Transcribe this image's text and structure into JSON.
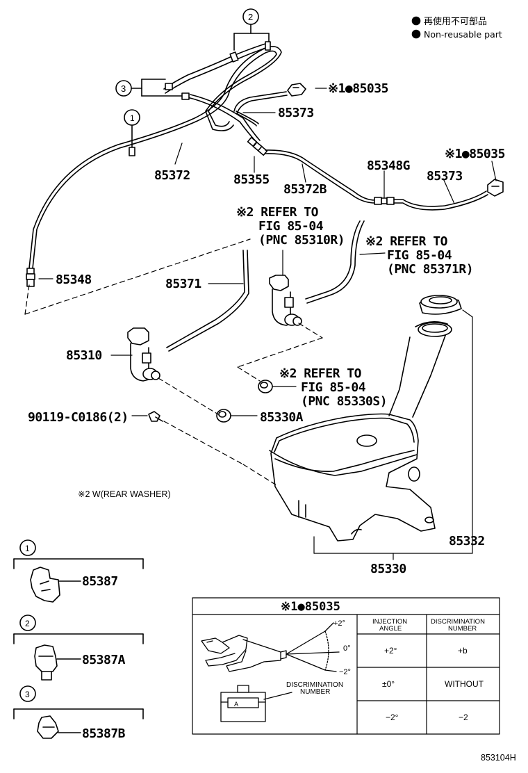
{
  "legend": {
    "jp_text": "再使用不可部品",
    "en_text": "Non-reusable part"
  },
  "callouts": [
    "1",
    "2",
    "3"
  ],
  "parts": {
    "p85035_top": "※1●85035",
    "p85373_top": "85373",
    "p85372": "85372",
    "p85355": "85355",
    "p85372B": "85372B",
    "p85348G": "85348G",
    "p85035_right": "※1●85035",
    "p85373_right": "85373",
    "p85348": "85348",
    "p85371": "85371",
    "p85310": "85310",
    "p90119": "90119-C0186(2)",
    "p85330A": "85330A",
    "p85332": "85332",
    "p85330": "85330",
    "p85387": "85387",
    "p85387A": "85387A",
    "p85387B": "85387B"
  },
  "refers": {
    "r1": [
      "※2 REFER TO",
      "FIG 85-04",
      "(PNC 85310R)"
    ],
    "r2": [
      "※2 REFER TO",
      "FIG 85-04",
      "(PNC 85371R)"
    ],
    "r3": [
      "※2 REFER TO",
      "FIG 85-04",
      "(PNC 85330S)"
    ]
  },
  "note_w": "※2 W(REAR WASHER)",
  "detail_table": {
    "title": "※1●85035",
    "angle_plus": "+2°",
    "angle_zero": "0°",
    "angle_minus": "−2°",
    "disc_label": "DISCRIMINATION\nNUMBER",
    "nozzle_mark": "A",
    "col_headers": [
      "INJECTION ANGLE",
      "DISCRIMINATION NUMBER"
    ],
    "rows": [
      {
        "angle": "+2°",
        "number": "+b"
      },
      {
        "angle": "±0°",
        "number": "WITHOUT"
      },
      {
        "angle": "−2°",
        "number": "−2"
      }
    ]
  },
  "figure_id": "853104H"
}
